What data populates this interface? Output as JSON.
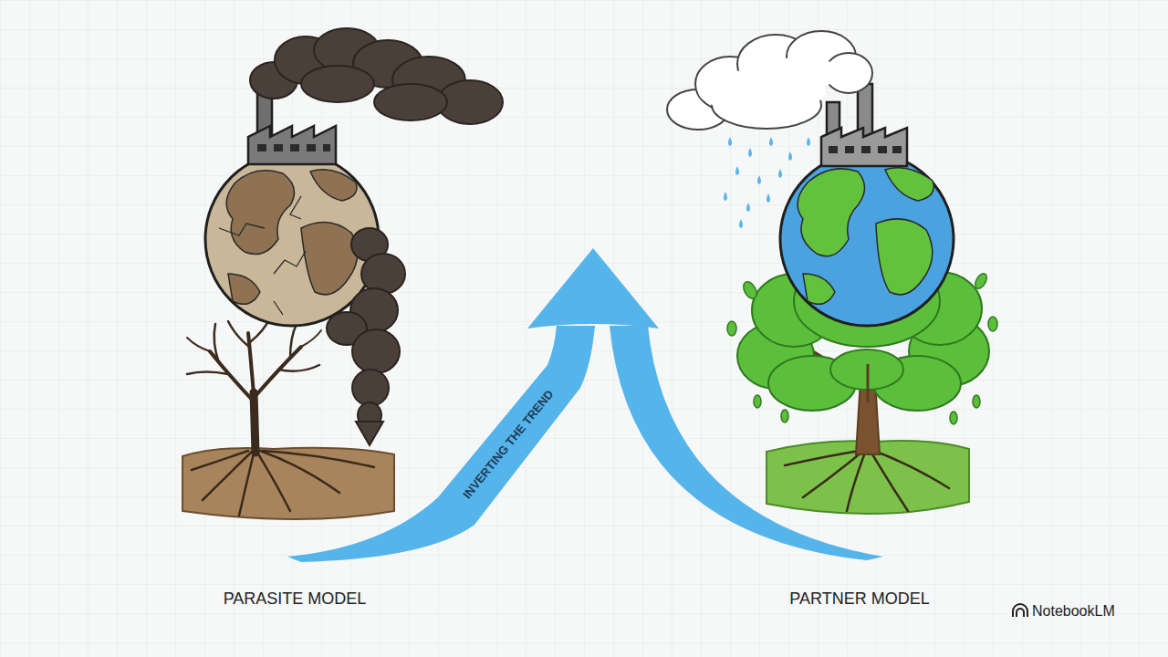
{
  "diagram": {
    "labels": [
      "PARASITE MODEL",
      "INVERTING THE TREND",
      "PARTNER MODEL",
      "NotebookLM"
    ]
  }
}
